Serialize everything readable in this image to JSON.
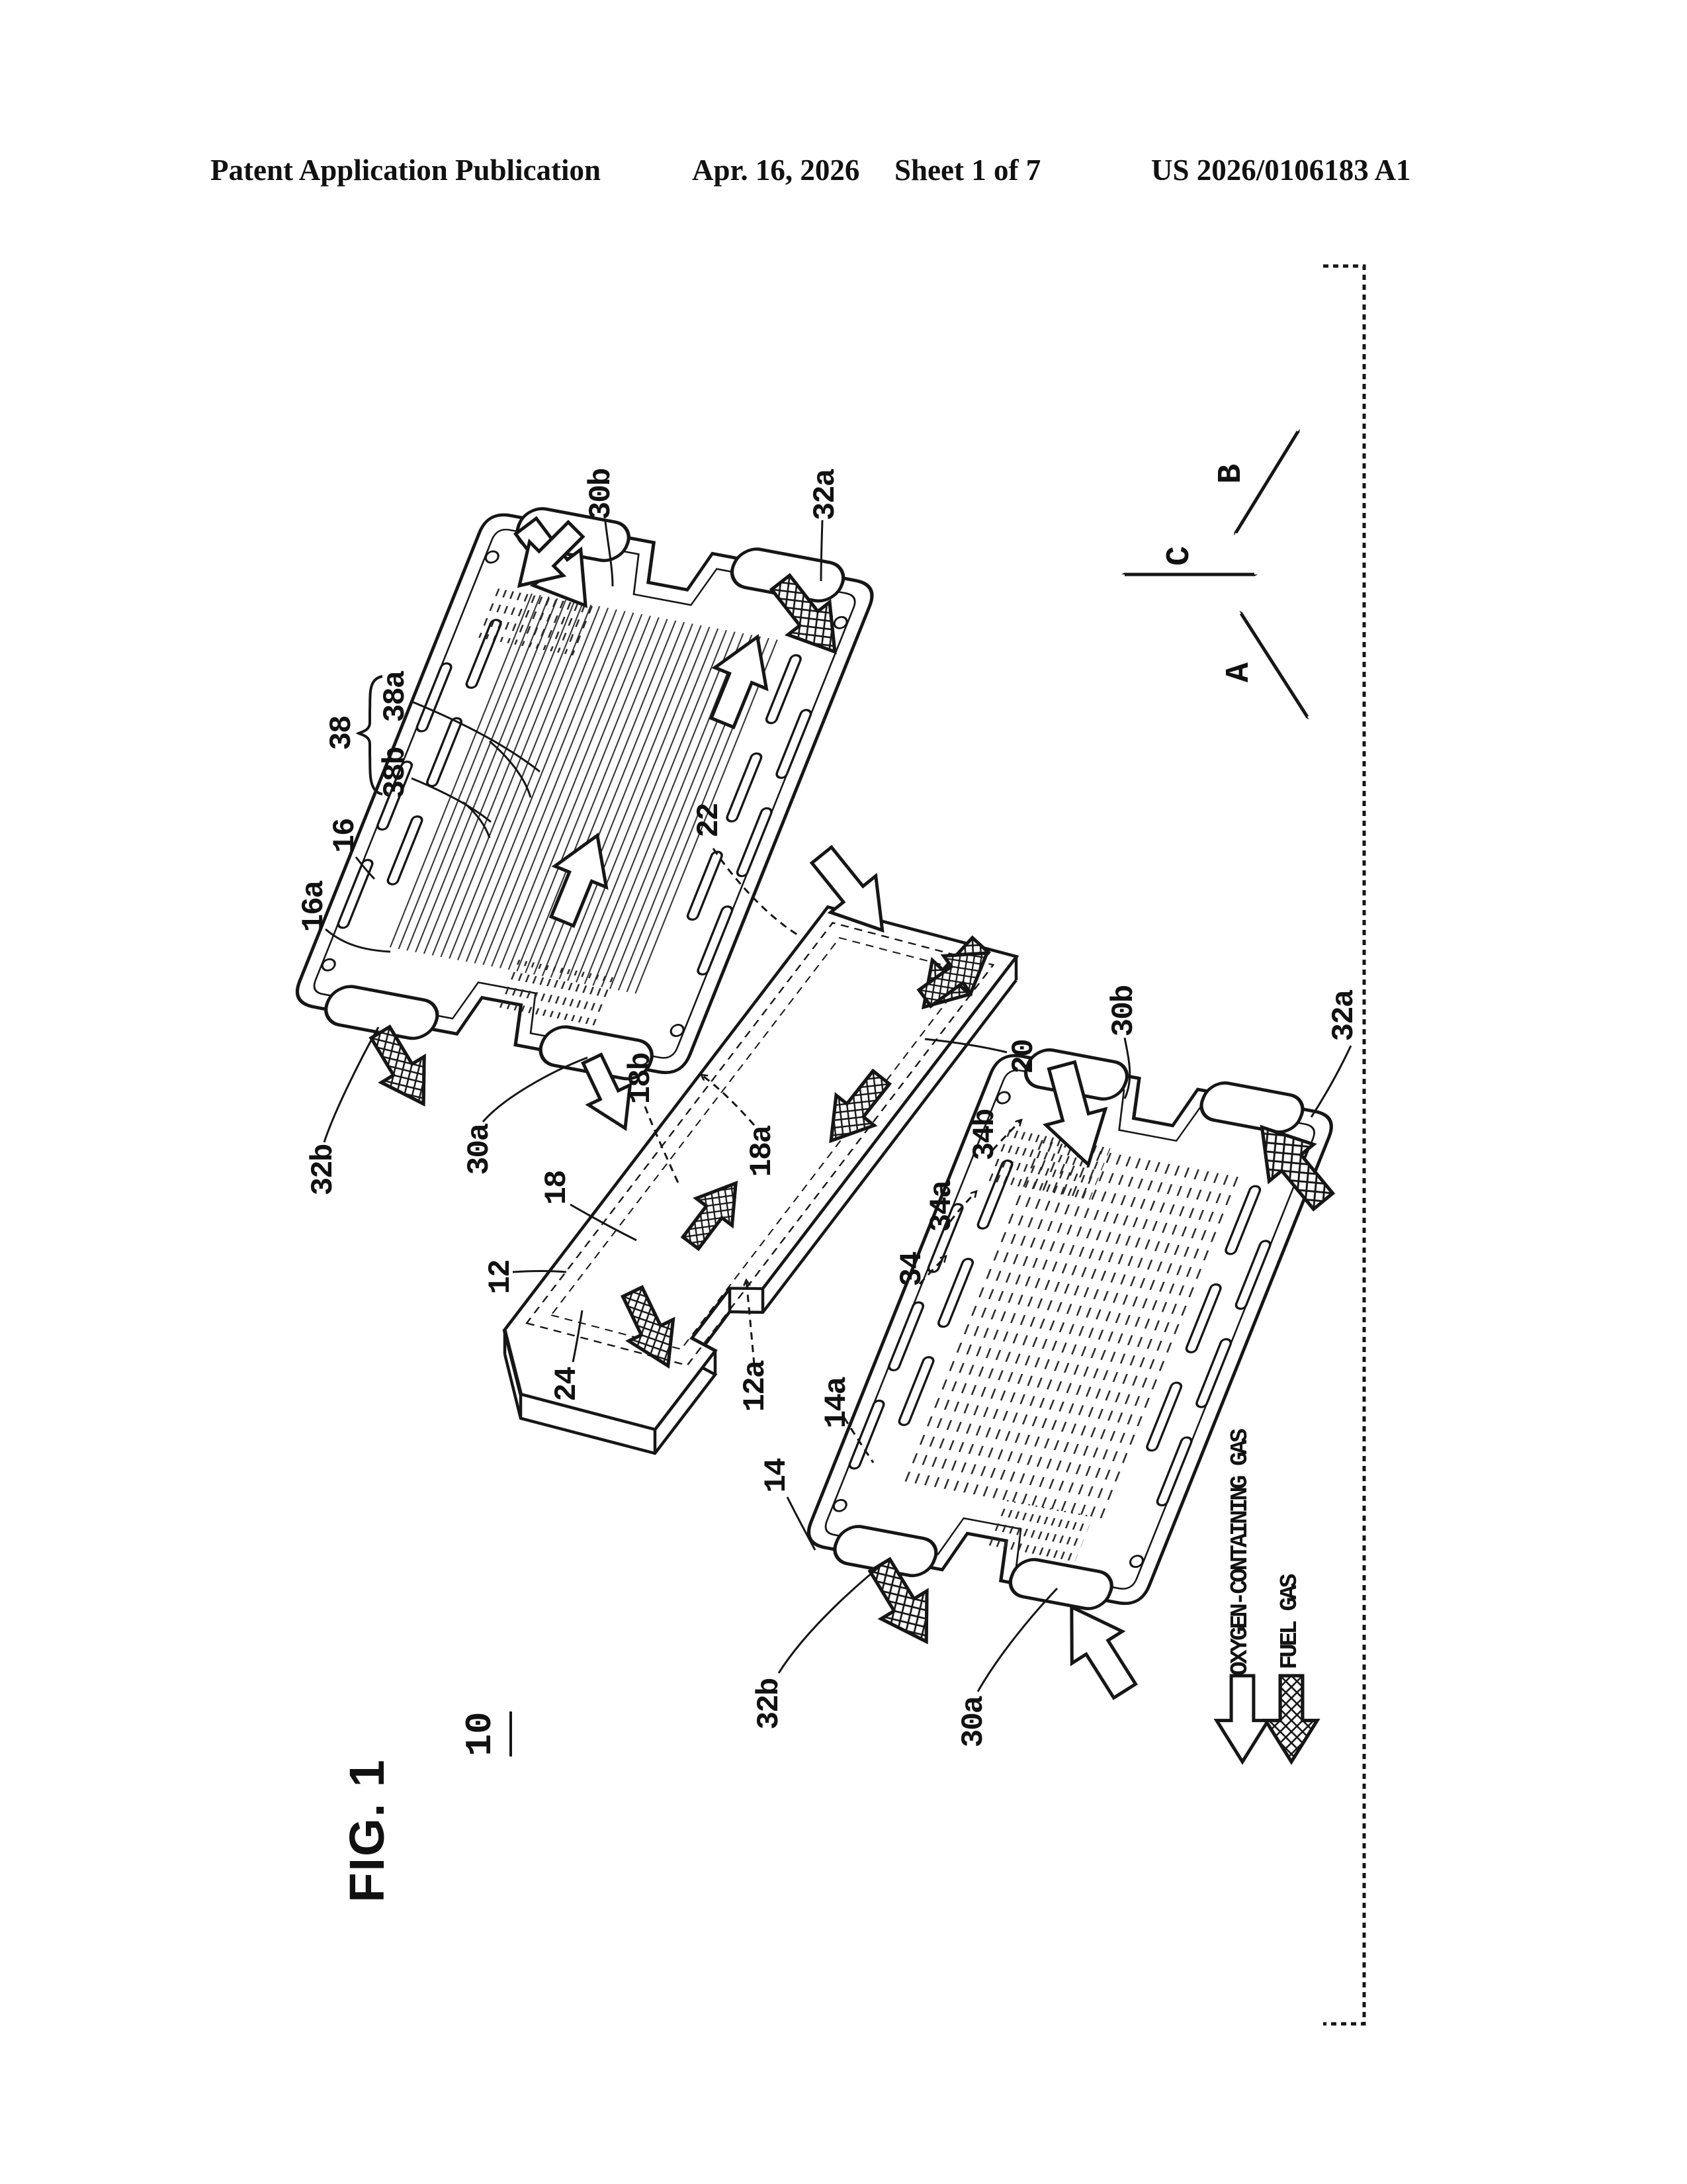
{
  "header": {
    "publication": "Patent Application Publication",
    "date": "Apr. 16, 2026",
    "sheet": "Sheet 1 of 7",
    "patent_number": "US 2026/0106183 A1"
  },
  "figure": {
    "title": "FIG. 1",
    "assembly_number": "10",
    "type": "exploded perspective view of a fuel cell unit"
  },
  "legend": {
    "oxygen_label": "OXYGEN-CONTAINING GAS",
    "fuel_label": "FUEL GAS",
    "oxygen_arrow_style": "white outline arrow",
    "fuel_arrow_style": "crosshatched arrow"
  },
  "axes": {
    "a": "A",
    "b": "B",
    "c": "C"
  },
  "labels": {
    "top_plate": {
      "p30b": "30b",
      "p32a": "32a",
      "grp38": "38",
      "grp38a": "38a",
      "grp38b": "38b",
      "p16": "16",
      "p16a": "16a",
      "p32b": "32b",
      "p30a": "30a"
    },
    "mea": {
      "p22": "22",
      "p20": "20",
      "p18": "18",
      "p18a": "18a",
      "p18b": "18b",
      "p12": "12",
      "p12a": "12a",
      "p24": "24"
    },
    "bottom_plate": {
      "p30b": "30b",
      "p32a": "32a",
      "p34b": "34b",
      "p34a": "34a",
      "p34": "34",
      "p14a": "14a",
      "p14": "14",
      "p32b": "32b",
      "p30a": "30a"
    }
  },
  "colors": {
    "ink": "#161616",
    "paper": "#ffffff"
  }
}
